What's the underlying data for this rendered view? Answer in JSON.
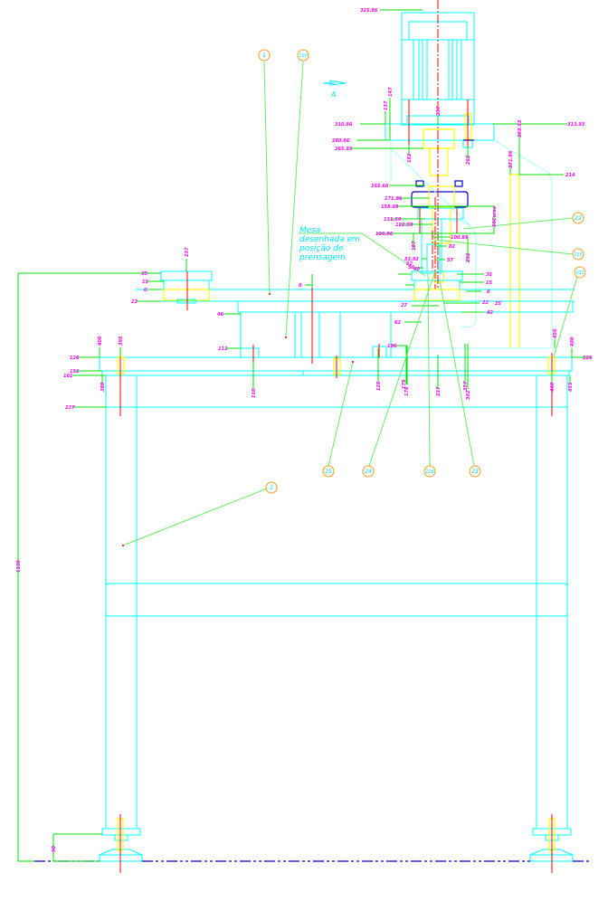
{
  "drawing": {
    "view_marker": "A",
    "note_lines": [
      "Mesa",
      "desenhada  em",
      "posição  de",
      "prensagem"
    ]
  },
  "balloons": [
    {
      "id": "1",
      "label": "1"
    },
    {
      "id": "100",
      "label": "100"
    },
    {
      "id": "22",
      "label": "22"
    },
    {
      "id": "115",
      "label": "115"
    },
    {
      "id": "101",
      "label": "101"
    },
    {
      "id": "25",
      "label": "25"
    },
    {
      "id": "24",
      "label": "24"
    },
    {
      "id": "116",
      "label": "116"
    },
    {
      "id": "23",
      "label": "23"
    },
    {
      "id": "2",
      "label": "2"
    }
  ],
  "dimensions": {
    "top": {
      "d325": "325.86",
      "d310": "310.86",
      "d280": "280.86",
      "d265": "265.93",
      "d137": "137",
      "d147": "147",
      "d237": "237",
      "d182": "182",
      "d262": "262",
      "d313": "313.93",
      "d389": "389.93",
      "d371": "371.86",
      "d214": "214"
    },
    "spindle": {
      "d165": "165.66",
      "d171": "171.86",
      "d158": "158.69",
      "d131": "131.59",
      "d122": "122.59",
      "d106": "106.86",
      "d100": "100.89",
      "d50": "50Curso",
      "d187": "187",
      "d82": "82",
      "d292": "292",
      "d5392": "53.92",
      "d57": "57",
      "d52": "52",
      "d50b": "50",
      "d40": "40"
    },
    "table_right": {
      "d35": "35",
      "d15": "15",
      "d0": "0",
      "d22": "22",
      "d25": "25",
      "d27": "27",
      "d42": "42",
      "d62": "62",
      "d106": "106",
      "d125": "125",
      "d175": "175",
      "d178": "178",
      "d237": "237",
      "d357": "357",
      "d392": "392"
    },
    "table_left": {
      "d237top": "237",
      "d35": "35",
      "d15": "15",
      "d0": "0",
      "d22": "22",
      "d46": "46",
      "d111": "111",
      "d110": "110",
      "d0mid": "0"
    },
    "frame_left": {
      "d400": "400",
      "d395": "395",
      "d126": "126",
      "d151": "151",
      "d161": "161",
      "d380": "380",
      "d237": "237",
      "d1150": "1150",
      "d90": "90"
    },
    "frame_right": {
      "d450": "450",
      "d400": "400",
      "d126": "126",
      "d460": "460",
      "d455": "455"
    }
  }
}
